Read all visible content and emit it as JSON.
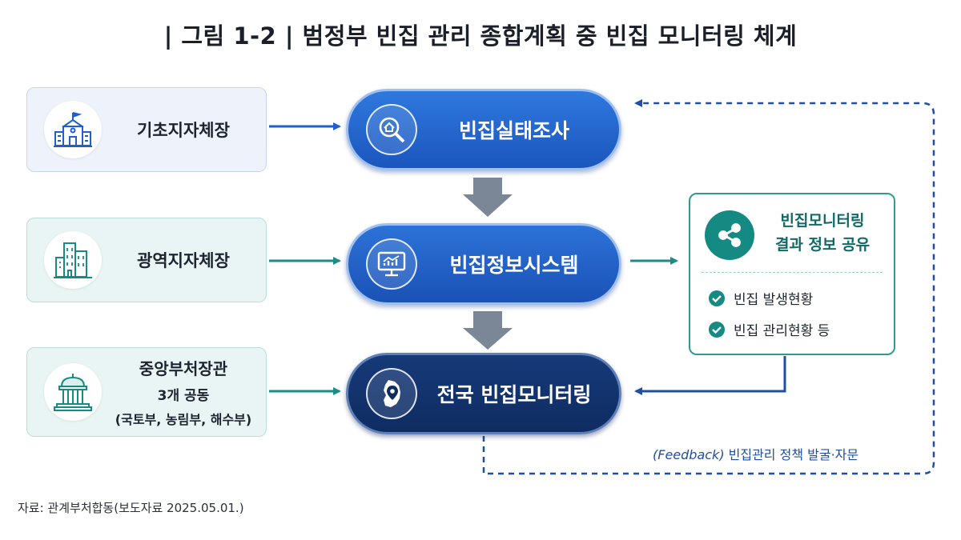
{
  "title": "| 그림 1-2 |  범정부 빈집 관리 종합계획 중 빈집 모니터링 체계",
  "left_boxes": [
    {
      "label": "기초지자체장"
    },
    {
      "label": "광역지자체장"
    },
    {
      "label": "중앙부처장관",
      "line2": "3개 공동",
      "line3": "(국토부, 농림부, 해수부)"
    }
  ],
  "center_steps": [
    {
      "label": "빈집실태조사"
    },
    {
      "label": "빈집정보시스템"
    },
    {
      "label": "전국 빈집모니터링"
    }
  ],
  "result_box": {
    "title_line1": "빈집모니터링",
    "title_line2": "결과 정보 공유",
    "items": [
      "빈집 발생현황",
      "빈집 관리현황 등"
    ]
  },
  "feedback": {
    "prefix": "(Feedback)",
    "text": " 빈집관리 정책 발굴·자문"
  },
  "source": "자료:  관계부처합동(보도자료  2025.05.01.)",
  "colors": {
    "blue": "#1f5fcf",
    "navy": "#0f2c62",
    "teal": "#148a83",
    "arrow_gray": "#7b8797"
  },
  "icons": [
    "school-building-icon",
    "office-building-icon",
    "government-building-icon",
    "home-search-icon",
    "monitor-chart-icon",
    "korea-map-pin-icon",
    "share-icon",
    "check-circle-icon"
  ]
}
